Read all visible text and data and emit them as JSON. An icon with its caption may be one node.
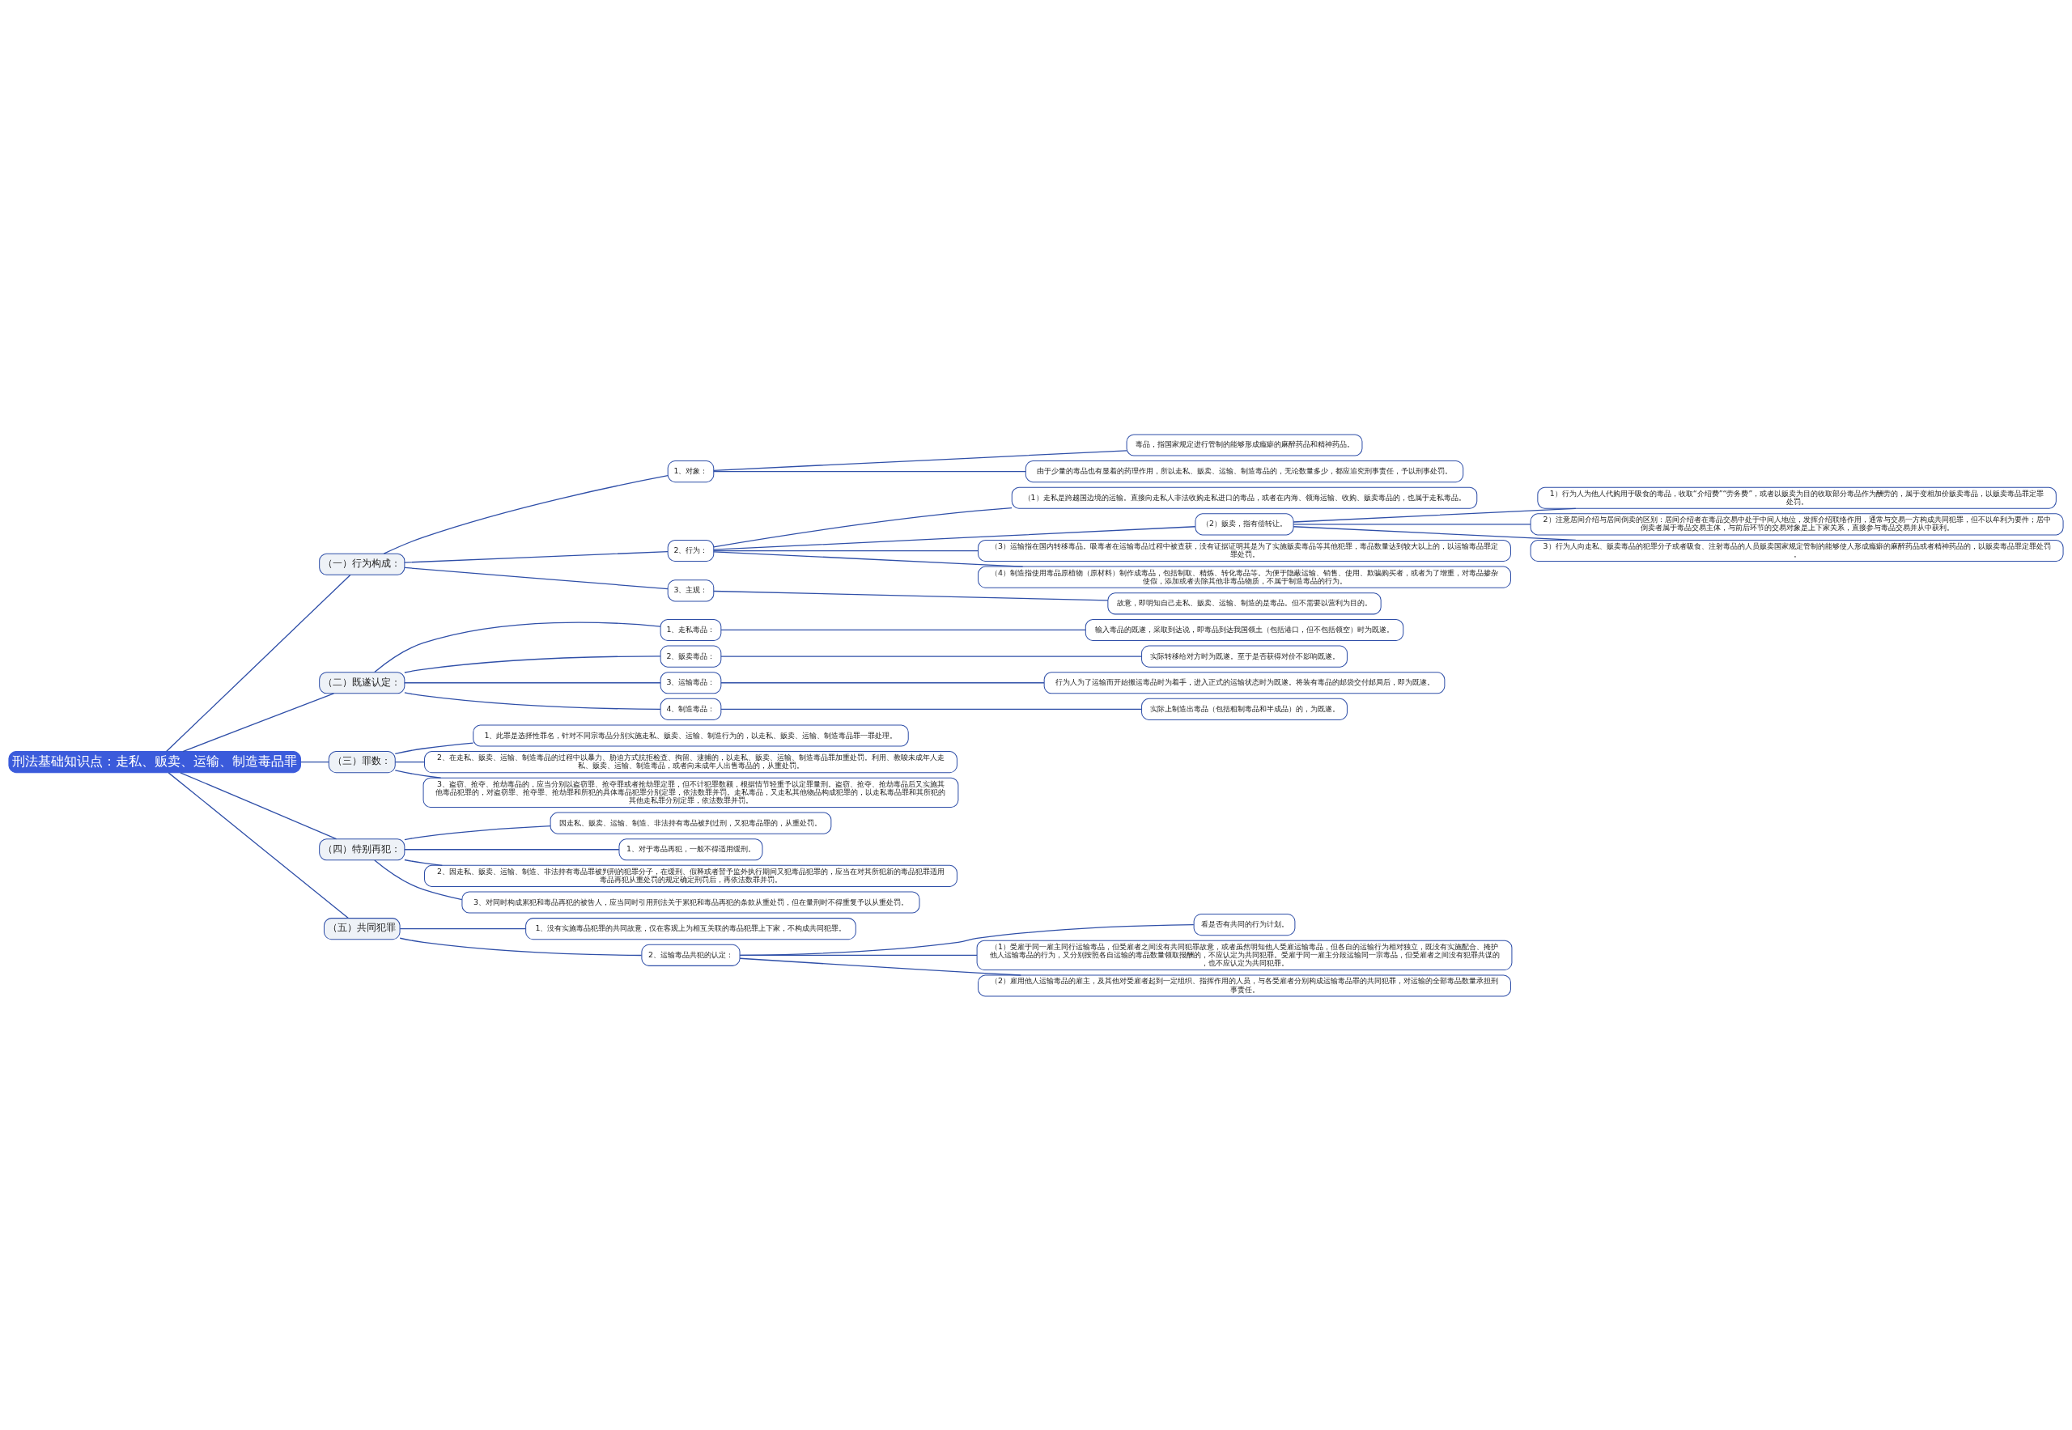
{
  "diagram": {
    "nodes": [
      {
        "text": [
          "刑法基础知识点：走私、贩卖、运输、制造毒品罪"
        ]
      },
      {
        "text": [
          "（一）行为构成："
        ]
      },
      {
        "text": [
          "1、对象："
        ]
      },
      {
        "text": [
          "毒品，指国家规定进行管制的能够形成瘾癖的麻醉药品和精神药品。"
        ]
      },
      {
        "text": [
          "由于少量的毒品也有显着的药理作用，所以走私、贩卖、运输、制造毒品的，无论数量多少，都应追究刑事责任，予以刑事处罚。"
        ]
      },
      {
        "text": [
          "2、行为："
        ]
      },
      {
        "text": [
          "（1）走私是跨越国边境的运输。直接向走私人非法收购走私进口的毒品，或者在内海、领海运输、收购、贩卖毒品的，也属于走私毒品。"
        ]
      },
      {
        "text": [
          "（2）贩卖，指有偿转让。"
        ]
      },
      {
        "text": [
          "1）行为人为他人代购用于吸食的毒品，收取“介绍费”“劳务费”，或者以贩卖为目的收取部分毒品作为酬劳的，属于变相加价贩卖毒品，以贩卖毒品罪定罪处罚。"
        ]
      },
      {
        "text": [
          "2）注意居间介绍与居间倒卖的区别：居间介绍者在毒品交易中处于中间人地位，发挥介绍联络作用，通常与交易一方构成共同犯罪，但不以牟利为要件；居中倒卖者属于毒品交易主体，与前后环节的交易对象是上下家关系，直接参与毒品交易并从中获利。"
        ]
      },
      {
        "text": [
          "3）行为人向走私、贩卖毒品的犯罪分子或者吸食、注射毒品的人员贩卖国家规定管制的能够使人形成瘾癖的麻醉药品或者精神药品的，以贩卖毒品罪定罪处罚。"
        ]
      },
      {
        "text": [
          "（3）运输指在国内转移毒品。吸毒者在运输毒品过程中被查获，没有证据证明其是为了实施贩卖毒品等其他犯罪，毒品数量达到较大以上的，以运输毒品罪定罪处罚。"
        ]
      },
      {
        "text": [
          "（4）制造指使用毒品原植物（原材料）制作成毒品，包括制取、精炼、转化毒品等。为便于隐蔽运输、销售、使用、欺骗购买者，或者为了增重，对毒品掺杂使假，添加或者去除其他非毒品物质，不属于制造毒品的行为。"
        ]
      },
      {
        "text": [
          "3、主观："
        ]
      },
      {
        "text": [
          "故意，即明知自己走私、贩卖、运输、制造的是毒品。但不需要以营利为目的。"
        ]
      },
      {
        "text": [
          "（二）既遂认定："
        ]
      },
      {
        "text": [
          "1、走私毒品："
        ]
      },
      {
        "text": [
          "输入毒品的既遂，采取到达说，即毒品到达我国领土（包括港口，但不包括领空）时为既遂。"
        ]
      },
      {
        "text": [
          "2、贩卖毒品："
        ]
      },
      {
        "text": [
          "实际转移给对方时为既遂。至于是否获得对价不影响既遂。"
        ]
      },
      {
        "text": [
          "3、运输毒品："
        ]
      },
      {
        "text": [
          "行为人为了运输而开始搬运毒品时为着手，进入正式的运输状态时为既遂。将装有毒品的邮袋交付邮局后，即为既遂。"
        ]
      },
      {
        "text": [
          "4、制造毒品："
        ]
      },
      {
        "text": [
          "实际上制造出毒品（包括粗制毒品和半成品）的，为既遂。"
        ]
      },
      {
        "text": [
          "（三）罪数："
        ]
      },
      {
        "text": [
          "1、此罪是选择性罪名，针对不同宗毒品分别实施走私、贩卖、运输、制造行为的，以走私、贩卖、运输、制造毒品罪一罪处理。"
        ]
      },
      {
        "text": [
          "2、在走私、贩卖、运输、制造毒品的过程中以暴力、胁迫方式抗拒检查、拘留、逮捕的，以走私、贩卖、运输、制造毒品罪加重处罚。利用、教唆未成年人走私、贩卖、运输、制造毒品，或者向未成年人出售毒品的，从重处罚。"
        ]
      },
      {
        "text": [
          "3、盗窃、抢夺、抢劫毒品的，应当分别以盗窃罪、抢夺罪或者抢劫罪定罪，但不计犯罪数额，根据情节轻重予以定罪量刑。盗窃、抢夺、抢劫毒品后又实施其他毒品犯罪的，对盗窃罪、抢夺罪、抢劫罪和所犯的具体毒品犯罪分别定罪，依法数罪并罚。走私毒品，又走私其他物品构成犯罪的，以走私毒品罪和其所犯的其他走私罪分别定罪，依法数罪并罚。"
        ]
      },
      {
        "text": [
          "（四）特别再犯："
        ]
      },
      {
        "text": [
          "因走私、贩卖、运输、制造、非法持有毒品被判过刑，又犯毒品罪的，从重处罚。"
        ]
      },
      {
        "text": [
          "1、对于毒品再犯，一般不得适用缓刑。"
        ]
      },
      {
        "text": [
          "2、因走私、贩卖、运输、制造、非法持有毒品罪被判刑的犯罪分子，在缓刑、假释或者暂予监外执行期间又犯毒品犯罪的，应当在对其所犯新的毒品犯罪适用毒品再犯从重处罚的规定确定刑罚后，再依法数罪并罚。"
        ]
      },
      {
        "text": [
          "3、对同时构成累犯和毒品再犯的被告人，应当同时引用刑法关于累犯和毒品再犯的条款从重处罚，但在量刑时不得重复予以从重处罚。"
        ]
      },
      {
        "text": [
          "（五）共同犯罪"
        ]
      },
      {
        "text": [
          "1、没有实施毒品犯罪的共同故意，仅在客观上为相互关联的毒品犯罪上下家，不构成共同犯罪。"
        ]
      },
      {
        "text": [
          "2、运输毒品共犯的认定："
        ]
      },
      {
        "text": [
          "看是否有共同的行为计划。"
        ]
      },
      {
        "text": [
          "（1）受雇于同一雇主同行运输毒品，但受雇者之间没有共同犯罪故意，或者虽然明知他人受雇运输毒品，但各自的运输行为相对独立，既没有实施配合、掩护他人运输毒品的行为，又分别按照各自运输的毒品数量领取报酬的，不应认定为共同犯罪。受雇于同一雇主分段运输同一宗毒品，但受雇者之间没有犯罪共谋的，也不应认定为共同犯罪。"
        ]
      },
      {
        "text": [
          "（2）雇用他人运输毒品的雇主，及其他对受雇者起到一定组织、指挥作用的人员，与各受雇者分别构成运输毒品罪的共同犯罪，对运输的全部毒品数量承担刑事责任。"
        ]
      }
    ],
    "edges": [
      {
        "from": 0,
        "to": 1,
        "arrow": "none"
      },
      {
        "from": 1,
        "to": 2,
        "arrow": "none"
      },
      {
        "from": 2,
        "to": 3,
        "arrow": "none"
      },
      {
        "from": 2,
        "to": 4,
        "arrow": "none"
      },
      {
        "from": 1,
        "to": 5,
        "arrow": "none"
      },
      {
        "from": 5,
        "to": 6,
        "arrow": "none"
      },
      {
        "from": 5,
        "to": 7,
        "arrow": "none"
      },
      {
        "from": 7,
        "to": 8,
        "arrow": "none"
      },
      {
        "from": 7,
        "to": 9,
        "arrow": "none"
      },
      {
        "from": 7,
        "to": 10,
        "arrow": "none"
      },
      {
        "from": 5,
        "to": 11,
        "arrow": "none"
      },
      {
        "from": 5,
        "to": 12,
        "arrow": "none"
      },
      {
        "from": 1,
        "to": 13,
        "arrow": "none"
      },
      {
        "from": 13,
        "to": 14,
        "arrow": "none"
      },
      {
        "from": 0,
        "to": 15,
        "arrow": "none"
      },
      {
        "from": 15,
        "to": 16,
        "arrow": "none"
      },
      {
        "from": 16,
        "to": 17,
        "arrow": "none"
      },
      {
        "from": 15,
        "to": 18,
        "arrow": "none"
      },
      {
        "from": 18,
        "to": 19,
        "arrow": "none"
      },
      {
        "from": 15,
        "to": 20,
        "arrow": "none"
      },
      {
        "from": 20,
        "to": 21,
        "arrow": "none"
      },
      {
        "from": 15,
        "to": 22,
        "arrow": "none"
      },
      {
        "from": 22,
        "to": 23,
        "arrow": "none"
      },
      {
        "from": 0,
        "to": 24,
        "arrow": "none"
      },
      {
        "from": 24,
        "to": 25,
        "arrow": "none"
      },
      {
        "from": 24,
        "to": 26,
        "arrow": "none"
      },
      {
        "from": 24,
        "to": 27,
        "arrow": "none"
      },
      {
        "from": 0,
        "to": 28,
        "arrow": "none"
      },
      {
        "from": 28,
        "to": 29,
        "arrow": "none"
      },
      {
        "from": 28,
        "to": 30,
        "arrow": "none"
      },
      {
        "from": 28,
        "to": 31,
        "arrow": "none"
      },
      {
        "from": 28,
        "to": 32,
        "arrow": "none"
      },
      {
        "from": 0,
        "to": 33,
        "arrow": "none"
      },
      {
        "from": 33,
        "to": 34,
        "arrow": "none"
      },
      {
        "from": 33,
        "to": 35,
        "arrow": "none"
      },
      {
        "from": 35,
        "to": 36,
        "arrow": "none"
      },
      {
        "from": 35,
        "to": 37,
        "arrow": "none"
      },
      {
        "from": 35,
        "to": 38,
        "arrow": "none"
      }
    ]
  }
}
